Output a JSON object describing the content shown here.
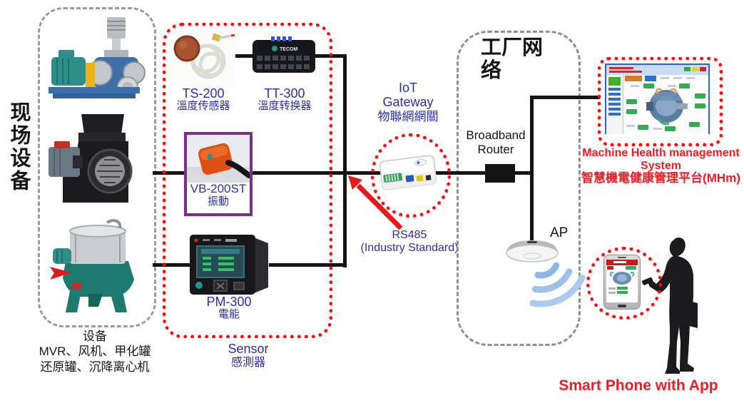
{
  "field_equipment": {
    "side_label": "现场设备",
    "caption_line1": "设备",
    "caption_line2": "MVR、风机、甲化罐",
    "caption_line3": "还原罐、沉降离心机"
  },
  "sensors": {
    "group_label_en": "Sensor",
    "group_label_zh": "感測器",
    "ts200": {
      "model": "TS-200",
      "name": "溫度传感器"
    },
    "tt300": {
      "model": "TT-300",
      "name": "溫度转换器"
    },
    "vb200st": {
      "model": "VB-200ST",
      "name": "振動"
    },
    "pm300": {
      "model": "PM-300",
      "name": "電能"
    }
  },
  "gateway": {
    "label_line1": "IoT",
    "label_line2": "Gateway",
    "label_line3": "物聯網網關",
    "protocol_line1": "RS485",
    "protocol_line2": "(Industry Standard)"
  },
  "factory_network": {
    "title": "工厂网络",
    "router_line1": "Broadband",
    "router_line2": "Router",
    "ap_label": "AP"
  },
  "mhm_system": {
    "caption_line1": "Machine Health management",
    "caption_line2": "System",
    "caption_line3": "智慧機電健康管理平台(MHm)"
  },
  "smartphone": {
    "caption": "Smart Phone with App"
  },
  "colors": {
    "label_blue": "#2d2daa",
    "caption_red": "#ee1c24",
    "dotted_border_red": "#ff0c0c",
    "vb_box_purple": "#7d2e8d",
    "connector_black": "#141414",
    "dashed_gray": "#9b9b9b"
  }
}
